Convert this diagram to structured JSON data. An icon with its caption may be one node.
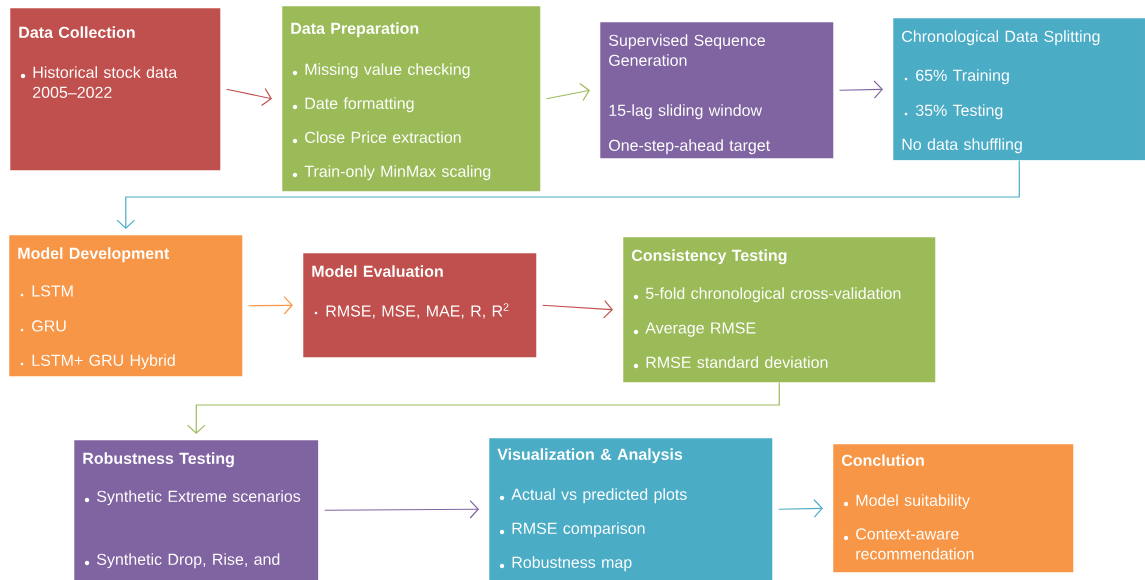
{
  "diagram": {
    "nodes": [
      {
        "text": [
          "Data Collection",
          "Historical stock data 2005–2022"
        ]
      },
      {
        "text": [
          "Data Preparation",
          "Missing value checking",
          "Date formatting",
          "Close Price extraction",
          "Train-only MinMax scaling"
        ]
      },
      {
        "text": [
          "Supervised Sequence Generation",
          "15-lag sliding window",
          "One-step-ahead target"
        ]
      },
      {
        "text": [
          "Chronological Data Splitting",
          "65% Training",
          "35% Testing",
          "No data shuffling"
        ]
      },
      {
        "text": [
          "Model Development",
          "LSTM",
          "GRU",
          "LSTM+ GRU Hybrid"
        ]
      },
      {
        "text": [
          "Model Evaluation",
          "RMSE, MSE, MAE, R, R$^{2}$"
        ]
      },
      {
        "text": [
          "Consistency Testing",
          "5-fold chronological cross-validation",
          "Average RMSE",
          "RMSE standard deviation"
        ]
      },
      {
        "text": [
          "Robustness Testing",
          "Synthetic Extreme scenarios",
          "Synthetic Drop, Rise, and"
        ]
      },
      {
        "text": [
          "Visualization & Analysis",
          "Actual vs predicted plots",
          "RMSE comparison",
          "Robustness map"
        ]
      },
      {
        "text": [
          "Conclution",
          "Model suitability",
          "Context-aware recommendation"
        ]
      }
    ],
    "edges": [
      {
        "from": 0,
        "to": 1,
        "arrow": "to",
        "color": "#c0504d"
      },
      {
        "from": 1,
        "to": 2,
        "arrow": "to",
        "color": "#9bbb59"
      },
      {
        "from": 2,
        "to": 3,
        "arrow": "to",
        "color": "#8064a2"
      },
      {
        "from": 3,
        "to": 4,
        "arrow": "to",
        "color": "#4bacc6"
      },
      {
        "from": 4,
        "to": 5,
        "arrow": "to",
        "color": "#f79646"
      },
      {
        "from": 5,
        "to": 6,
        "arrow": "to",
        "color": "#c0504d"
      },
      {
        "from": 6,
        "to": 7,
        "arrow": "to",
        "color": "#9bbb59"
      },
      {
        "from": 7,
        "to": 8,
        "arrow": "to",
        "color": "#8064a2"
      },
      {
        "from": 8,
        "to": 9,
        "arrow": "to",
        "color": "#4bacc6"
      }
    ]
  }
}
